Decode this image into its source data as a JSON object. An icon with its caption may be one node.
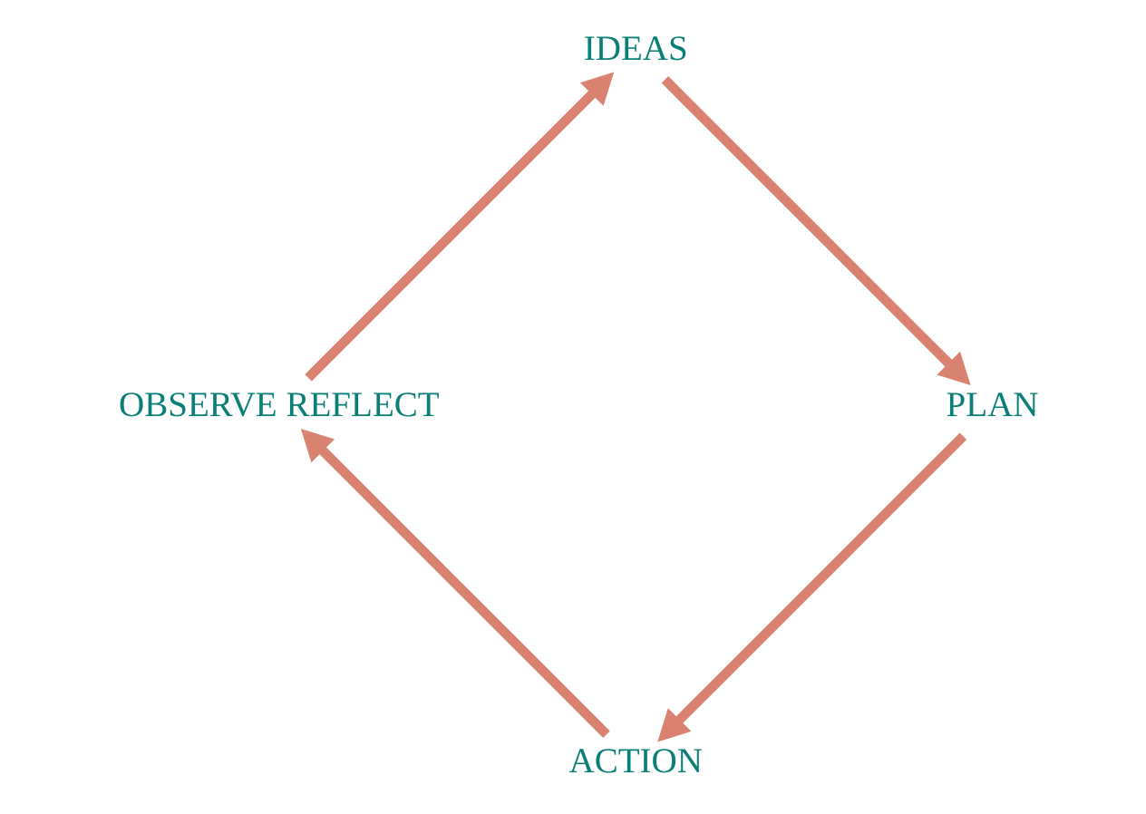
{
  "diagram": {
    "nodes": [
      {
        "text": [
          "ACTION"
        ]
      },
      {
        "text": [
          "OBSERVE REFLECT"
        ]
      },
      {
        "text": [
          "IDEAS"
        ]
      },
      {
        "text": [
          "PLAN"
        ]
      }
    ],
    "edges": [
      {
        "from": 3,
        "to": 0,
        "arrow": "to"
      },
      {
        "from": 0,
        "to": 1,
        "arrow": "to"
      },
      {
        "from": 1,
        "to": 2,
        "arrow": "to"
      },
      {
        "from": 2,
        "to": 3,
        "arrow": "to"
      }
    ]
  }
}
